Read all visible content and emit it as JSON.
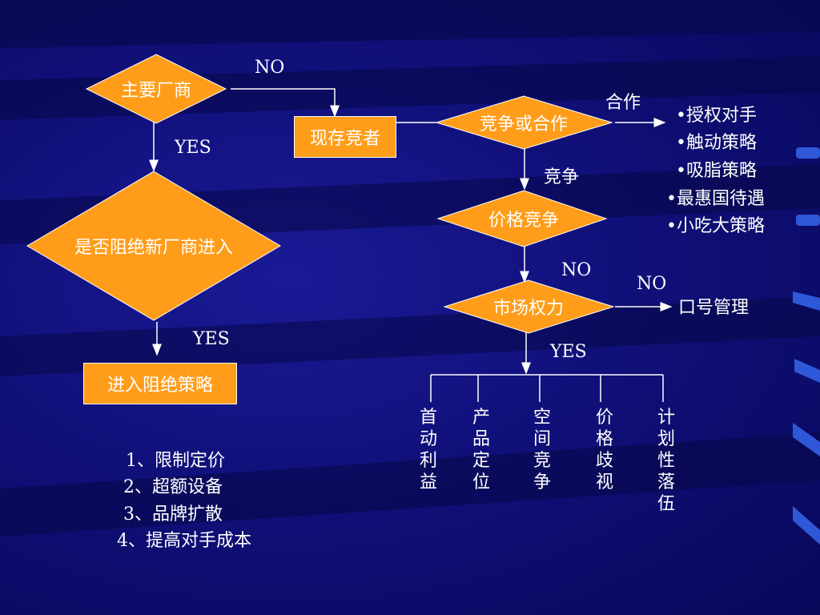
{
  "nodes": {
    "main_vendor": "主要厂商",
    "existing_competitor": "现存竞者",
    "compete_or_cooperate": "竞争或合作",
    "block_new_entry": "是否阻绝新厂商进入",
    "price_competition": "价格竞争",
    "market_power": "市场权力",
    "entry_deterrence": "进入阻绝策略"
  },
  "edge_labels": {
    "main_no": "NO",
    "main_yes": "YES",
    "block_yes": "YES",
    "cooperate": "合作",
    "compete": "竞争",
    "price_no": "NO",
    "market_no": "NO",
    "market_yes": "YES"
  },
  "slogan_management": "口号管理",
  "cooperation_strategies": [
    "•授权对手",
    "•触动策略",
    "•吸脂策略",
    "•最惠国待遇",
    "•小吃大策略"
  ],
  "market_power_branches": [
    "首动利益",
    "产品定位",
    "空间竞争",
    "价格歧视",
    "计划性落伍"
  ],
  "deterrence_methods": [
    "1、限制定价",
    "2、超额设备",
    "3、品牌扩散",
    "4、提高对手成本"
  ],
  "colors": {
    "node_fill": "#ff9d1a",
    "background": "#10107a",
    "text": "#ffffff",
    "line": "#ffffff"
  }
}
